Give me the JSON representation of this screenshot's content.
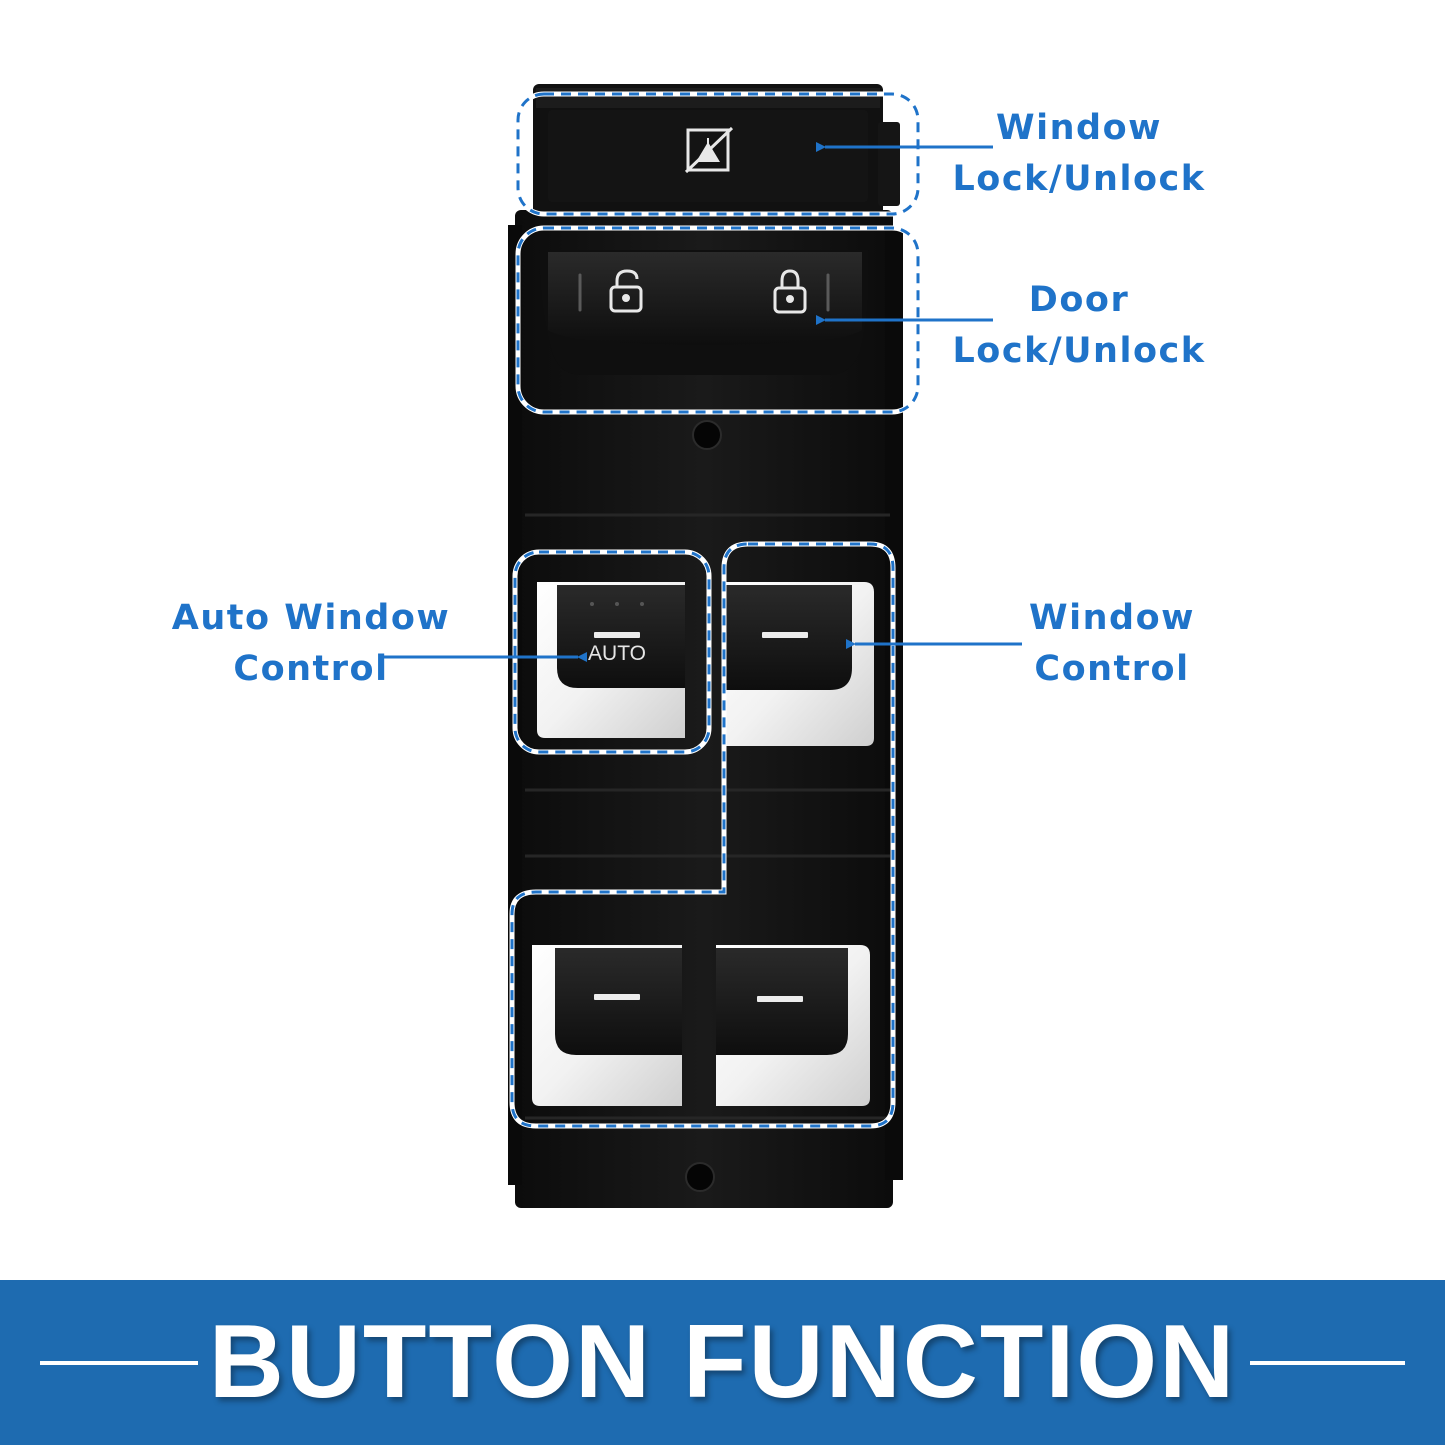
{
  "callouts": {
    "window_lock": {
      "line1": "Window",
      "line2": "Lock/Unlock"
    },
    "door_lock": {
      "line1": "Door",
      "line2": "Lock/Unlock"
    },
    "auto_window": {
      "line1": "Auto Window",
      "line2": "Control"
    },
    "window_control": {
      "line1": "Window",
      "line2": "Control"
    }
  },
  "switch": {
    "auto_label": "AUTO"
  },
  "banner": {
    "title": "BUTTON FUNCTION"
  },
  "colors": {
    "accent_blue": "#1f73c9",
    "banner_blue": "#1e6bb0",
    "panel_black": "#121212",
    "chrome": "#e6e6e6"
  },
  "icons": [
    "window-lockout-icon",
    "unlock-padlock-icon",
    "lock-padlock-icon"
  ]
}
